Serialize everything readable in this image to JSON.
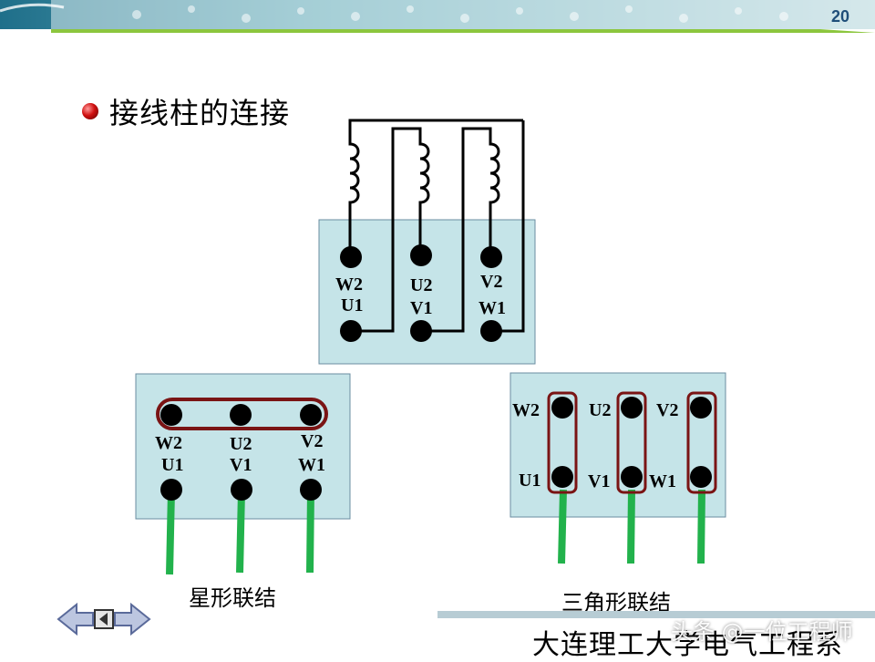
{
  "slide_number": "20",
  "title": "接线柱的连接",
  "top_box": {
    "labels": [
      {
        "upper": "W2",
        "lower": "U1"
      },
      {
        "upper": "U2",
        "lower": "V1"
      },
      {
        "upper": "V2",
        "lower": "W1"
      }
    ]
  },
  "star": {
    "labels": [
      {
        "upper": "W2",
        "lower": "U1"
      },
      {
        "upper": "U2",
        "lower": "V1"
      },
      {
        "upper": "V2",
        "lower": "W1"
      }
    ],
    "caption": "星形联结"
  },
  "delta": {
    "top_labels": [
      "W2",
      "U2",
      "V2"
    ],
    "bottom_labels": [
      "U1",
      "V1",
      "W1"
    ],
    "caption": "三角形联结"
  },
  "footer": {
    "school": "大连理工大学电气工程系",
    "watermark": "头条 @一位工程师"
  },
  "colors": {
    "panel": "#c5e4e8",
    "lead_green": "#22b24c",
    "link_red": "#7a1414",
    "terminal": "#000000"
  }
}
